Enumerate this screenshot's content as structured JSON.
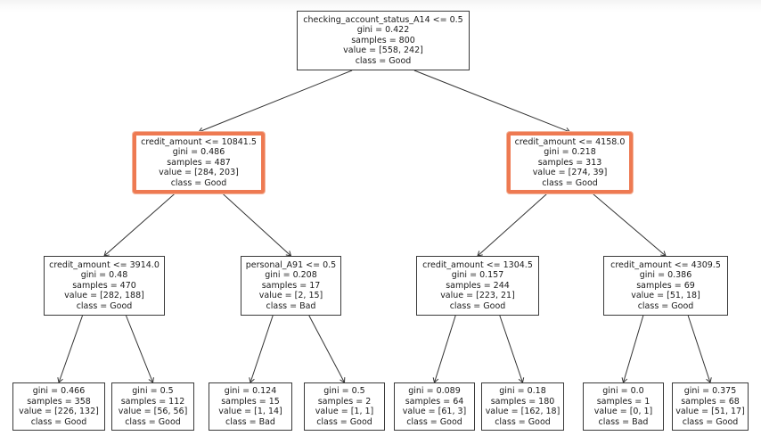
{
  "highlight_color": "#ee7a52",
  "tree": {
    "nodes": [
      {
        "id": "n0",
        "lines": [
          "checking_account_status_A14 <= 0.5",
          "gini = 0.422",
          "samples = 800",
          "value = [558, 242]",
          "class = Good"
        ],
        "highlighted": false
      },
      {
        "id": "n1",
        "lines": [
          "credit_amount <= 10841.5",
          "gini = 0.486",
          "samples = 487",
          "value = [284, 203]",
          "class = Good"
        ],
        "highlighted": true
      },
      {
        "id": "n2",
        "lines": [
          "credit_amount <= 4158.0",
          "gini = 0.218",
          "samples = 313",
          "value = [274, 39]",
          "class = Good"
        ],
        "highlighted": true
      },
      {
        "id": "n3",
        "lines": [
          "credit_amount <= 3914.0",
          "gini = 0.48",
          "samples = 470",
          "value = [282, 188]",
          "class = Good"
        ],
        "highlighted": false
      },
      {
        "id": "n4",
        "lines": [
          "personal_A91 <= 0.5",
          "gini = 0.208",
          "samples = 17",
          "value = [2, 15]",
          "class = Bad"
        ],
        "highlighted": false
      },
      {
        "id": "n5",
        "lines": [
          "credit_amount <= 1304.5",
          "gini = 0.157",
          "samples = 244",
          "value = [223, 21]",
          "class = Good"
        ],
        "highlighted": false
      },
      {
        "id": "n6",
        "lines": [
          "credit_amount <= 4309.5",
          "gini = 0.386",
          "samples = 69",
          "value = [51, 18]",
          "class = Good"
        ],
        "highlighted": false
      },
      {
        "id": "n7",
        "lines": [
          "gini = 0.466",
          "samples = 358",
          "value = [226, 132]",
          "class = Good"
        ],
        "highlighted": false
      },
      {
        "id": "n8",
        "lines": [
          "gini = 0.5",
          "samples = 112",
          "value = [56, 56]",
          "class = Good"
        ],
        "highlighted": false
      },
      {
        "id": "n9",
        "lines": [
          "gini = 0.124",
          "samples = 15",
          "value = [1, 14]",
          "class = Bad"
        ],
        "highlighted": false
      },
      {
        "id": "n10",
        "lines": [
          "gini = 0.5",
          "samples = 2",
          "value = [1, 1]",
          "class = Good"
        ],
        "highlighted": false
      },
      {
        "id": "n11",
        "lines": [
          "gini = 0.089",
          "samples = 64",
          "value = [61, 3]",
          "class = Good"
        ],
        "highlighted": false
      },
      {
        "id": "n12",
        "lines": [
          "gini = 0.18",
          "samples = 180",
          "value = [162, 18]",
          "class = Good"
        ],
        "highlighted": false
      },
      {
        "id": "n13",
        "lines": [
          "gini = 0.0",
          "samples = 1",
          "value = [0, 1]",
          "class = Bad"
        ],
        "highlighted": false
      },
      {
        "id": "n14",
        "lines": [
          "gini = 0.375",
          "samples = 68",
          "value = [51, 17]",
          "class = Good"
        ],
        "highlighted": false
      }
    ],
    "edges": [
      [
        "n0",
        "n1"
      ],
      [
        "n0",
        "n2"
      ],
      [
        "n1",
        "n3"
      ],
      [
        "n1",
        "n4"
      ],
      [
        "n2",
        "n5"
      ],
      [
        "n2",
        "n6"
      ],
      [
        "n3",
        "n7"
      ],
      [
        "n3",
        "n8"
      ],
      [
        "n4",
        "n9"
      ],
      [
        "n4",
        "n10"
      ],
      [
        "n5",
        "n11"
      ],
      [
        "n5",
        "n12"
      ],
      [
        "n6",
        "n13"
      ],
      [
        "n6",
        "n14"
      ]
    ]
  }
}
